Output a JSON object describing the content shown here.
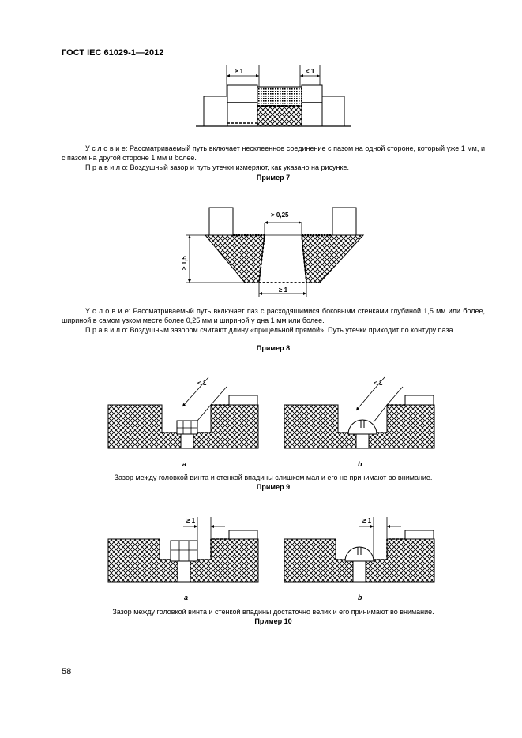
{
  "header": "ГОСТ IEC 61029-1—2012",
  "example7": {
    "dim_left": "≥ 1",
    "dim_right": "< 1",
    "condition": "У с л о в и е: Рассматриваемый путь включает несклеенное соединение с пазом на одной стороне, который уже 1 мм, и с пазом на другой стороне 1 мм и более.",
    "rule": "П р а в и л о: Воздушный зазор и путь утечки измеряют, как указано на рисунке.",
    "caption": "Пример 7"
  },
  "example8": {
    "dim_top": "> 0,25",
    "dim_side": "≥ 1,5",
    "dim_bottom": "≥ 1",
    "condition": "У с л о в и е: Рассматриваемый путь включает паз с расходящимися боковыми стенками глубиной 1,5 мм или более, шириной в самом узком месте более 0,25 мм и шириной у дна 1 мм или более.",
    "rule": "П р а в и л о: Воздушным зазором считают длину «прицельной прямой». Путь утечки приходит по контуру паза.",
    "caption": "Пример 8"
  },
  "example9": {
    "dim_a": "< 1",
    "dim_b": "< 1",
    "label_a": "a",
    "label_b": "b",
    "text": "Зазор между головкой винта и стенкой впадины слишком мал и его не принимают во внимание.",
    "caption": "Пример 9"
  },
  "example10": {
    "dim_a": "≥ 1",
    "dim_b": "≥ 1",
    "label_a": "a",
    "label_b": "b",
    "text": "Зазор между головкой винта и стенкой впадины достаточно велик и его принимают во внимание.",
    "caption": "Пример 10"
  },
  "page_number": "58"
}
